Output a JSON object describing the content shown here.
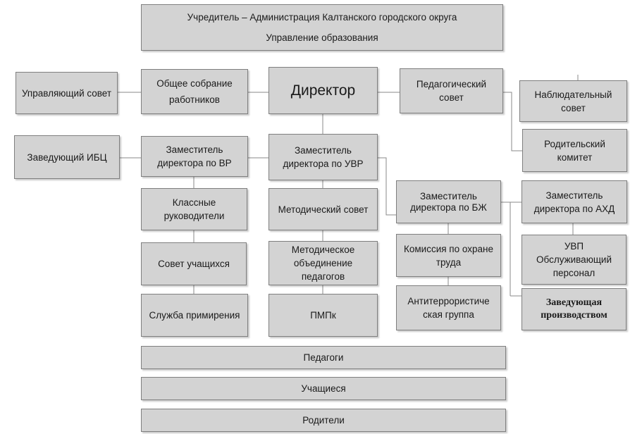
{
  "founder": {
    "line1": "Учредитель – Администрация Калтанского городского округа",
    "line2": "Управление образования"
  },
  "director": "Директор",
  "governing_council": "Управляющий совет",
  "general_meeting": "Общее собрание работников",
  "pedagogical_council": "Педагогический совет",
  "supervisory_council": "Наблюдательный совет",
  "parents_committee": "Родительский комитет",
  "head_ibc": "Заведующий ИБЦ",
  "deputy_vr": "Заместитель директора по ВР",
  "deputy_uvr": "Заместитель директора по УВР",
  "deputy_bzh": "Заместитель директора по БЖ",
  "deputy_ahd": "Заместитель директора по АХД",
  "class_teachers": "Классные руководители",
  "methodical_council": "Методический совет",
  "labor_safety_commission": "Комиссия по охране труда",
  "uvp_staff": "УВП Обслуживающий персонал",
  "student_council": "Совет учащихся",
  "methodical_association": "Методическое объединение педагогов",
  "antiterror_group": "Антитеррористиче ская группа",
  "head_production": "Заведующая производством",
  "mediation_service": "Служба примирения",
  "pmpk": "ПМПк",
  "teachers": "Педагоги",
  "students": "Учащиеся",
  "parents": "Родители"
}
